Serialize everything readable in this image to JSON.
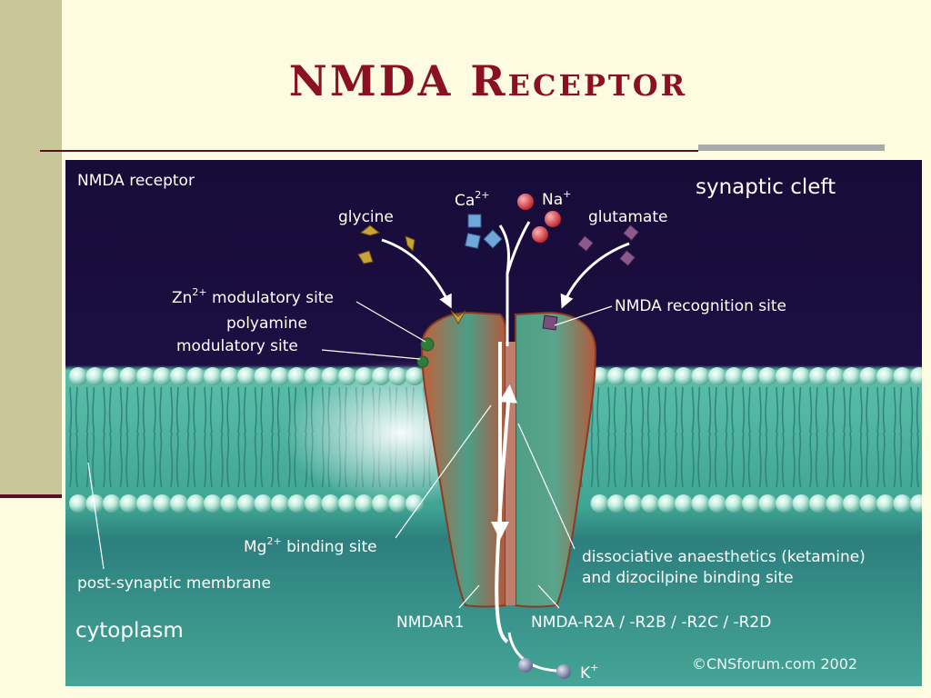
{
  "slide": {
    "title": "NMDA Receptor"
  },
  "figure": {
    "labels": {
      "heading": "NMDA receptor",
      "synaptic_cleft": "synaptic cleft",
      "glycine": "glycine",
      "ca_base": "Ca",
      "ca_sup": "2+",
      "na_base": "Na",
      "na_sup": "+",
      "glutamate": "glutamate",
      "zn_base": "Zn",
      "zn_sup": "2+",
      "zn_rest": " modulatory site",
      "polyamine_1": "polyamine",
      "polyamine_2": "modulatory site",
      "nmda_recognition": "NMDA recognition site",
      "mg_base": "Mg",
      "mg_sup": "2+",
      "mg_rest": " binding site",
      "dissociative_1": "dissociative anaesthetics (ketamine)",
      "dissociative_2": "and dizocilpine binding site",
      "postsynaptic": "post-synaptic membrane",
      "cytoplasm": "cytoplasm",
      "nmdar1": "NMDAR1",
      "nmda_r2": "NMDA-R2A / -R2B / -R2C / -R2D",
      "k_base": "K",
      "k_sup": "+",
      "copyright": "©CNSforum.com 2002"
    },
    "colors": {
      "cleft": "#1a0d3d",
      "membrane": "#4fb6a3",
      "cytoplasm": "#2f8a86",
      "receptor": "#b85a3a",
      "label": "#ffffff",
      "title": "#8b1024"
    }
  }
}
